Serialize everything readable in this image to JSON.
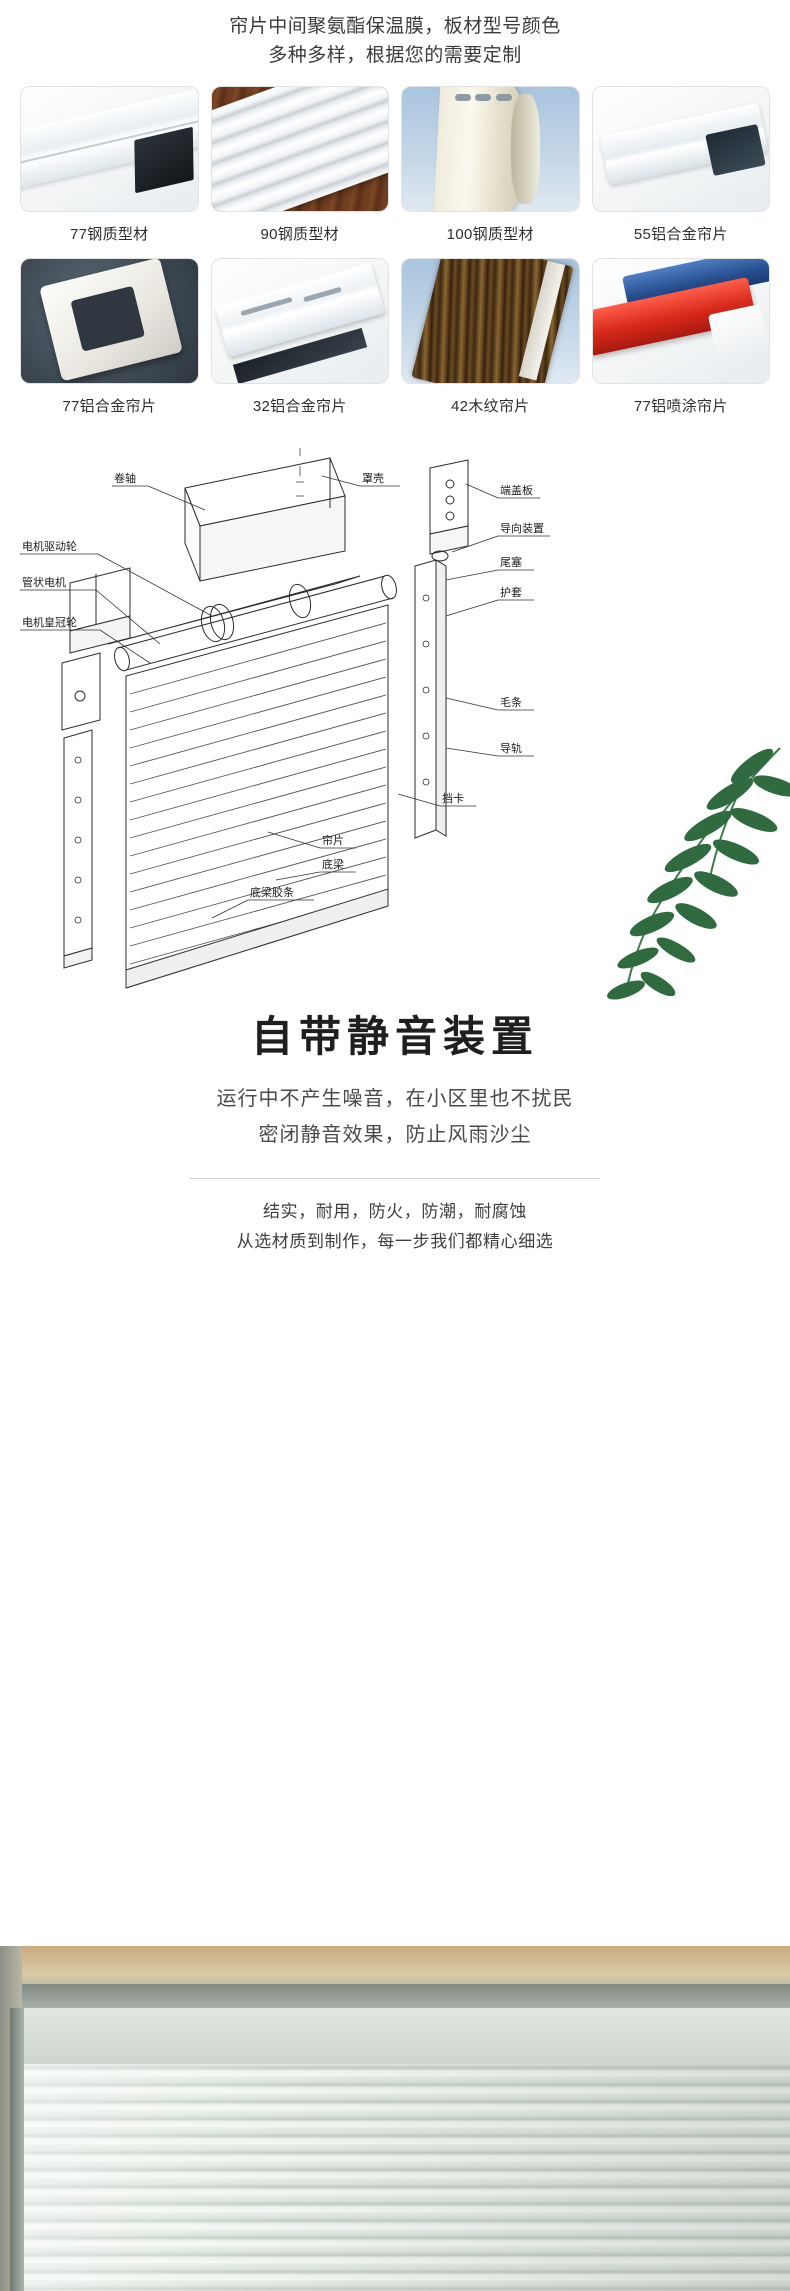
{
  "header": {
    "line1": "帘片中间聚氨酯保温膜，板材型号颜色",
    "line2": "多种多样，根据您的需要定制"
  },
  "products": [
    {
      "label": "77钢质型材",
      "art": "steel77"
    },
    {
      "label": "90钢质型材",
      "art": "steel90"
    },
    {
      "label": "100钢质型材",
      "art": "steel100"
    },
    {
      "label": "55铝合金帘片",
      "art": "alu55"
    },
    {
      "label": "77铝合金帘片",
      "art": "alu77"
    },
    {
      "label": "32铝合金帘片",
      "art": "alu32"
    },
    {
      "label": "42木纹帘片",
      "art": "wood42"
    },
    {
      "label": "77铝喷涂帘片",
      "art": "coated77"
    }
  ],
  "diagram": {
    "callouts_left": [
      {
        "text": "卷轴"
      },
      {
        "text": "电机驱动轮"
      },
      {
        "text": "管状电机"
      },
      {
        "text": "电机皇冠轮"
      }
    ],
    "callouts_right": [
      {
        "text": "罩壳"
      },
      {
        "text": "端盖板"
      },
      {
        "text": "导向装置"
      },
      {
        "text": "尾塞"
      },
      {
        "text": "护套"
      },
      {
        "text": "毛条"
      },
      {
        "text": "导轨"
      },
      {
        "text": "挡卡"
      },
      {
        "text": "帘片"
      },
      {
        "text": "底梁"
      },
      {
        "text": "底梁胶条"
      }
    ]
  },
  "silent": {
    "title": "自带静音装置",
    "sub_line1": "运行中不产生噪音，在小区里也不扰民",
    "sub_line2": "密闭静音效果，防止风雨沙尘"
  },
  "footnote": {
    "line1": "结实，耐用，防火，防潮，耐腐蚀",
    "line2": "从选材质到制作，每一步我们都精心细选"
  },
  "colors": {
    "text_dark": "#1f1f1f",
    "text_body": "#3b3b3b",
    "divider": "#cfcfcf",
    "leaf_green": "#2f6b3f"
  }
}
